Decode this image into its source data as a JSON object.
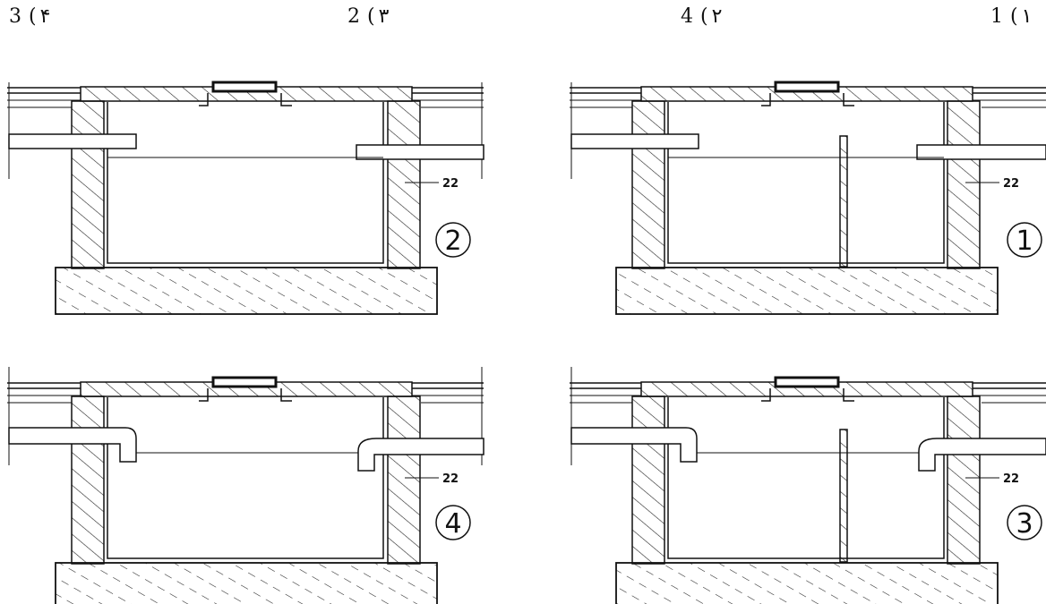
{
  "options": [
    {
      "id": "4",
      "label": "3",
      "paren": "(",
      "persian": "۴"
    },
    {
      "id": "3",
      "label": "2",
      "paren": "(",
      "persian": "۳"
    },
    {
      "id": "2",
      "label": "4",
      "paren": "(",
      "persian": "۲"
    },
    {
      "id": "1",
      "label": "1",
      "paren": "(",
      "persian": "۱"
    }
  ],
  "panels": [
    {
      "number": "2",
      "dimension": "22",
      "variant": "straight-pipes-no-baffle"
    },
    {
      "number": "1",
      "dimension": "22",
      "variant": "straight-pipes-with-baffle"
    },
    {
      "number": "4",
      "dimension": "22",
      "variant": "elbow-pipes-no-baffle"
    },
    {
      "number": "3",
      "dimension": "22",
      "variant": "elbow-pipes-with-baffle"
    }
  ]
}
